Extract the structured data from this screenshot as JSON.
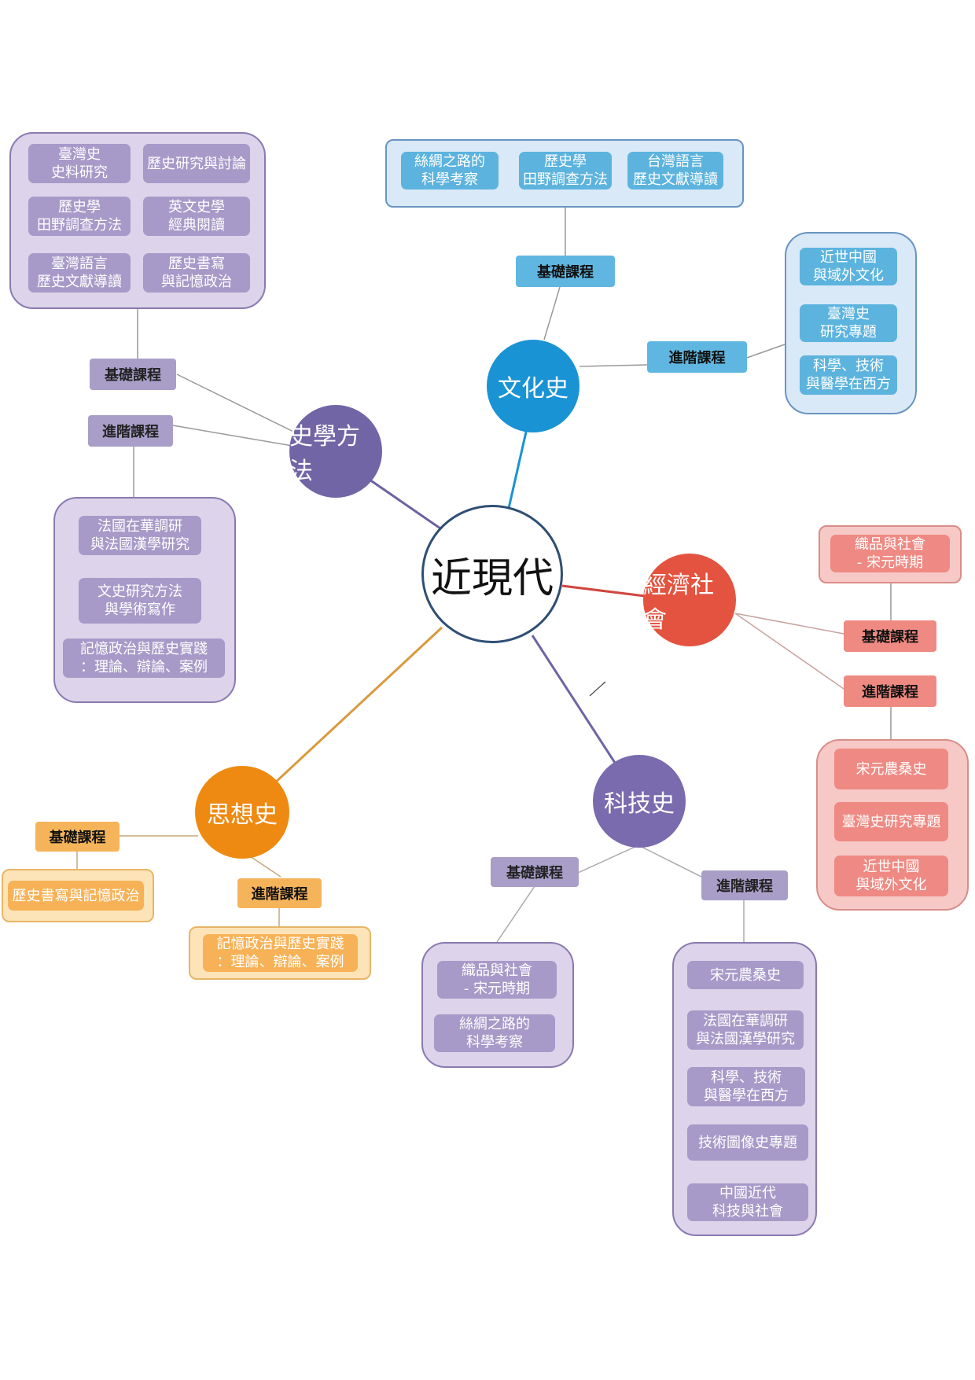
{
  "center": {
    "label": "近現代"
  },
  "branches": {
    "historiography": {
      "label": "史學方法",
      "basic": {
        "label": "基礎課程",
        "courses": [
          "臺灣史\n史料研究",
          "歷史研究與討論",
          "歷史學\n田野調查方法",
          "英文史學\n經典閱讀",
          "臺灣語言\n歷史文獻導讀",
          "歷史書寫\n與記憶政治"
        ]
      },
      "advanced": {
        "label": "進階課程",
        "courses": [
          "法國在華調研\n與法國漢學研究",
          "文史研究方法\n與學術寫作",
          "記憶政治與歷史實踐\n：理論、辯論、案例"
        ]
      }
    },
    "culture": {
      "label": "文化史",
      "basic": {
        "label": "基礎課程",
        "courses": [
          "絲綢之路的\n科學考察",
          "歷史學\n田野調查方法",
          "台灣語言\n歷史文獻導讀"
        ]
      },
      "advanced": {
        "label": "進階課程",
        "courses": [
          "近世中國\n與域外文化",
          "臺灣史\n研究專題",
          "科學、技術\n與醫學在西方"
        ]
      }
    },
    "economy": {
      "label": "經濟社會",
      "basic": {
        "label": "基礎課程",
        "courses": [
          "織品與社會\n- 宋元時期"
        ]
      },
      "advanced": {
        "label": "進階課程",
        "courses": [
          "宋元農桑史",
          "臺灣史研究專題",
          "近世中國\n與域外文化"
        ]
      }
    },
    "technology": {
      "label": "科技史",
      "basic": {
        "label": "基礎課程",
        "courses": [
          "織品與社會\n- 宋元時期",
          "絲綢之路的\n科學考察"
        ]
      },
      "advanced": {
        "label": "進階課程",
        "courses": [
          "宋元農桑史",
          "法國在華調研\n與法國漢學研究",
          "科學、技術\n與醫學在西方",
          "技術圖像史專題",
          "中國近代\n科技與社會"
        ]
      }
    },
    "thought": {
      "label": "思想史",
      "basic": {
        "label": "基礎課程",
        "courses": [
          "歷史書寫與記憶政治"
        ]
      },
      "advanced": {
        "label": "進階課程",
        "courses": [
          "記憶政治與歷史實踐\n：理論、辯論、案例"
        ]
      }
    }
  },
  "colors": {
    "center_border": "#2f4f73",
    "historiography": "#7265a6",
    "culture": "#1a93d4",
    "economy": "#e4533f",
    "technology": "#7a6aae",
    "thought": "#ee8a12"
  }
}
